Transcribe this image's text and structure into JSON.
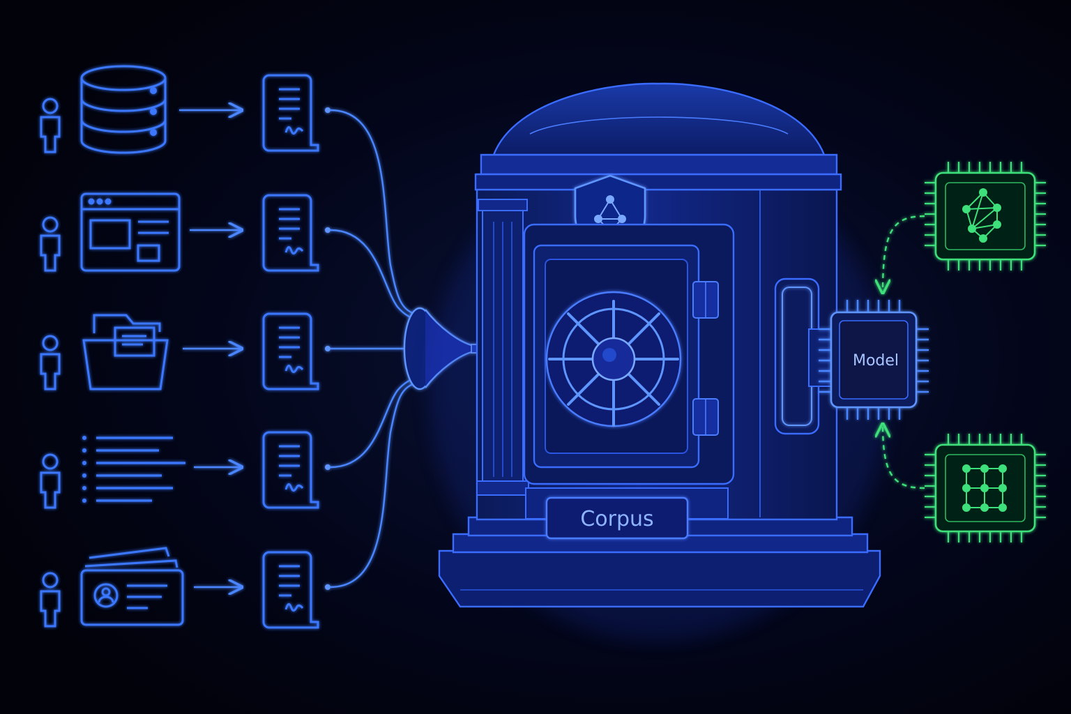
{
  "vault": {
    "label": "Corpus"
  },
  "model_chip": {
    "label": "Model"
  },
  "sources": [
    {
      "kind": "database",
      "icon": "database-icon"
    },
    {
      "kind": "browser-window",
      "icon": "browser-window-icon"
    },
    {
      "kind": "folder",
      "icon": "folder-icon"
    },
    {
      "kind": "text-list",
      "icon": "text-list-icon"
    },
    {
      "kind": "id-cards",
      "icon": "id-card-icon"
    }
  ],
  "auxiliary_chips": [
    {
      "icon": "neural-network-icon"
    },
    {
      "icon": "grid-matrix-icon"
    }
  ],
  "colors": {
    "background": "#02040a",
    "blue": "#3b78ff",
    "blue_bright": "#5f95ff",
    "vault_fill": "#0d1c5c",
    "green": "#3ee07a"
  }
}
